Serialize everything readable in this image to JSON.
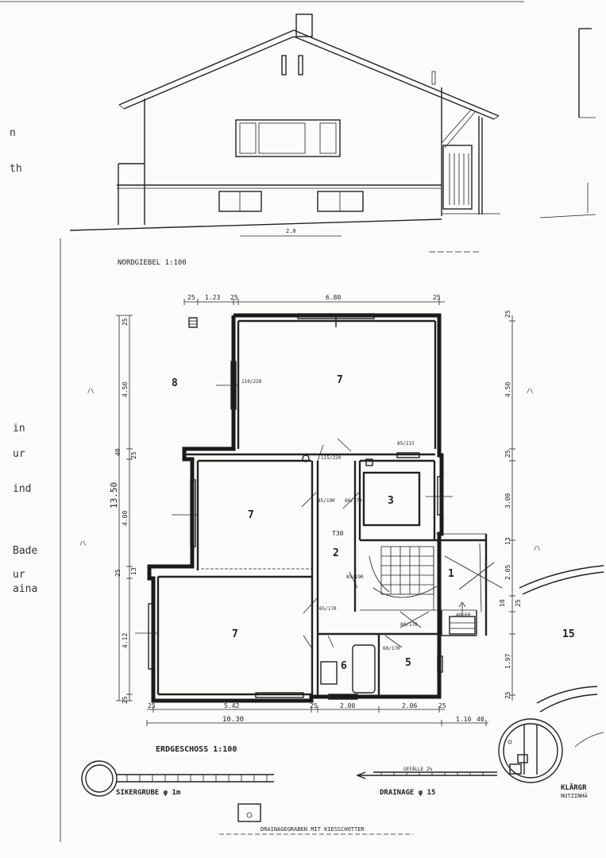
{
  "titles": {
    "elevation": "NORDGIEBEL 1:100",
    "floorplan": "ERDGESCHOSS 1:100",
    "sikergrube": "SIKERGRUBE φ 1m",
    "drainage": "DRAINAGE φ 15",
    "gefaelle": "GEFÄLLE 2%",
    "drainagegraben": "DRAINAGEGRABEN MIT KIESSCHOTTER",
    "klaergrube": "KLÄRGR",
    "nutzinhalt": "NUTZINHÄ"
  },
  "side_fragments": [
    "n",
    "th",
    "in",
    "ur",
    "ind",
    "Bade",
    "ur",
    "aina"
  ],
  "rooms": [
    "8",
    "7",
    "7",
    "7",
    "3",
    "2",
    "1",
    "6",
    "5",
    "15"
  ],
  "dims": {
    "top": [
      "25",
      "1.23",
      "25",
      "6.80",
      "25"
    ],
    "bottom_a": [
      "25",
      "5.42",
      "25",
      "2.00",
      "2.06",
      "25"
    ],
    "bottom_b": [
      "10.30",
      "1.10",
      "40"
    ],
    "left_total": "13.50",
    "left": [
      "25",
      "4.50",
      "40",
      "25",
      "4.00",
      "25",
      "13",
      "4.12",
      "25"
    ],
    "right": [
      "25",
      "4.50",
      "25",
      "3.00",
      "13",
      "2.05",
      "10",
      "25",
      "1.97",
      "25"
    ],
    "inner": [
      "T30",
      "115/220",
      "85/190",
      "80/170",
      "85/190",
      "65/170",
      "85/215",
      "80/170",
      "60/170",
      "110/220",
      "40/60"
    ]
  }
}
